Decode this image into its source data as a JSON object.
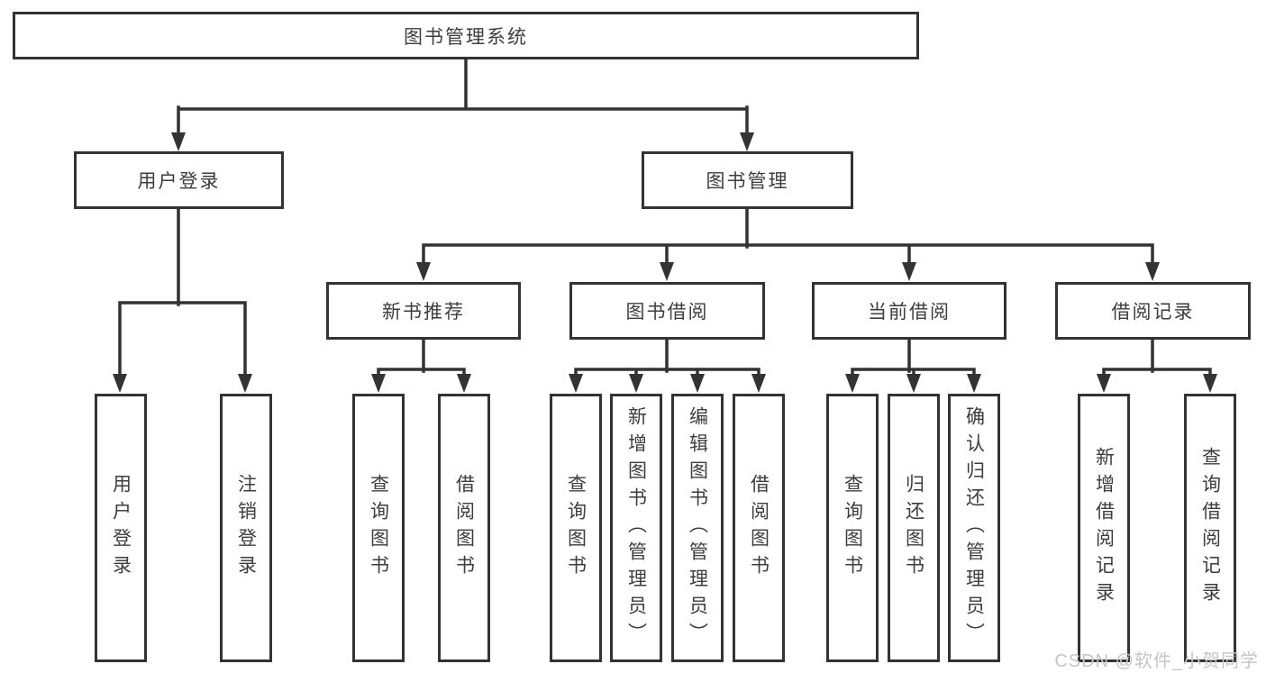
{
  "tree": {
    "label": "图书管理系统",
    "children": [
      {
        "label": "用户登录",
        "children": [
          {
            "label": "用户登录"
          },
          {
            "label": "注销登录"
          }
        ]
      },
      {
        "label": "图书管理",
        "children": [
          {
            "label": "新书推荐",
            "children": [
              {
                "label": "查询图书"
              },
              {
                "label": "借阅图书"
              }
            ]
          },
          {
            "label": "图书借阅",
            "children": [
              {
                "label": "查询图书"
              },
              {
                "label": "新增图书（管理员）"
              },
              {
                "label": "编辑图书（管理员）"
              },
              {
                "label": "借阅图书"
              }
            ]
          },
          {
            "label": "当前借阅",
            "children": [
              {
                "label": "查询图书"
              },
              {
                "label": "归还图书"
              },
              {
                "label": "确认归还（管理员）"
              }
            ]
          },
          {
            "label": "借阅记录",
            "children": [
              {
                "label": "新增借阅记录"
              },
              {
                "label": "查询借阅记录"
              }
            ]
          }
        ]
      }
    ]
  },
  "watermark": {
    "text": "CSDN @软件_小贺同学"
  },
  "colors": {
    "line": "#333333",
    "text": "#3d3d3d",
    "watermark": "#c6c6c6",
    "bg": "#ffffff"
  }
}
